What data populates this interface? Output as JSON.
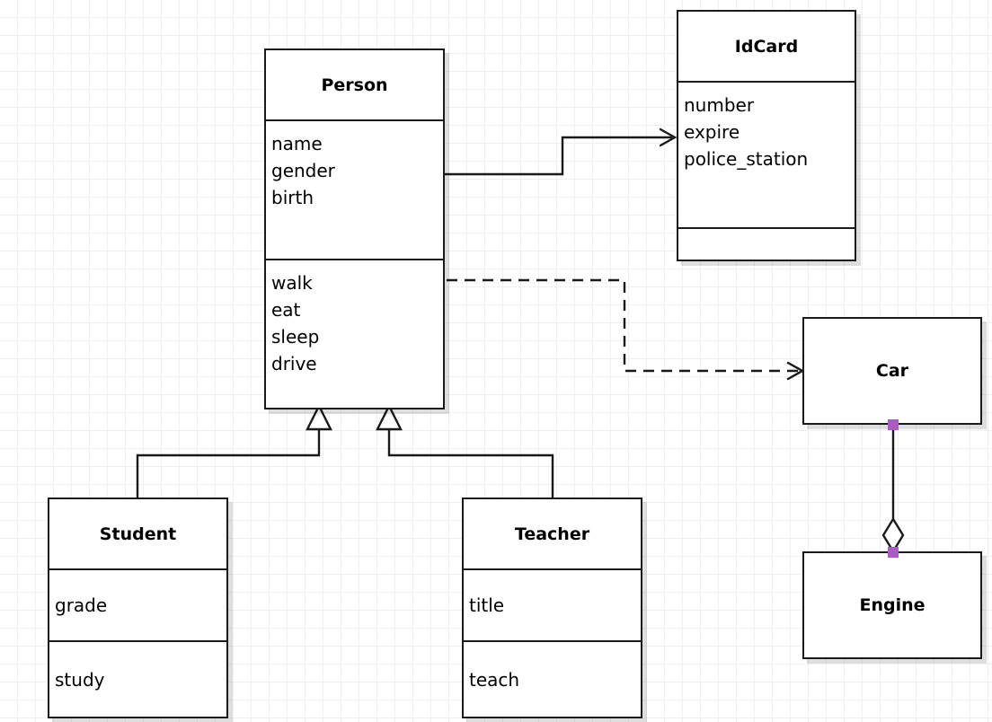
{
  "diagram": {
    "type": "uml-class-diagram",
    "background": "#ffffff",
    "grid_color": "#f0f0f0",
    "line_color": "#1a1a1a",
    "handle_color": "#ab5bc4"
  },
  "classes": {
    "person": {
      "name": "Person",
      "attributes": [
        "name",
        "gender",
        "birth"
      ],
      "methods": [
        "walk",
        "eat",
        "sleep",
        "drive"
      ]
    },
    "idcard": {
      "name": "IdCard",
      "attributes": [
        "number",
        "expire",
        "police_station"
      ],
      "methods": []
    },
    "car": {
      "name": "Car",
      "attributes": [],
      "methods": []
    },
    "engine": {
      "name": "Engine",
      "attributes": [],
      "methods": []
    },
    "student": {
      "name": "Student",
      "attributes": [
        "grade"
      ],
      "methods": [
        "study"
      ]
    },
    "teacher": {
      "name": "Teacher",
      "attributes": [
        "title"
      ],
      "methods": [
        "teach"
      ]
    }
  },
  "relations": [
    {
      "id": "person-idcard",
      "kind": "association",
      "from": "Person",
      "to": "IdCard",
      "style": "solid",
      "arrow": "open"
    },
    {
      "id": "person-car",
      "kind": "dependency",
      "from": "Person",
      "to": "Car",
      "style": "dashed",
      "arrow": "open"
    },
    {
      "id": "car-engine",
      "kind": "aggregation",
      "from": "Engine",
      "to": "Car",
      "style": "solid",
      "arrow": "hollow-diamond"
    },
    {
      "id": "student-person",
      "kind": "generalization",
      "from": "Student",
      "to": "Person",
      "style": "solid",
      "arrow": "hollow-triangle"
    },
    {
      "id": "teacher-person",
      "kind": "generalization",
      "from": "Teacher",
      "to": "Person",
      "style": "solid",
      "arrow": "hollow-triangle"
    }
  ]
}
